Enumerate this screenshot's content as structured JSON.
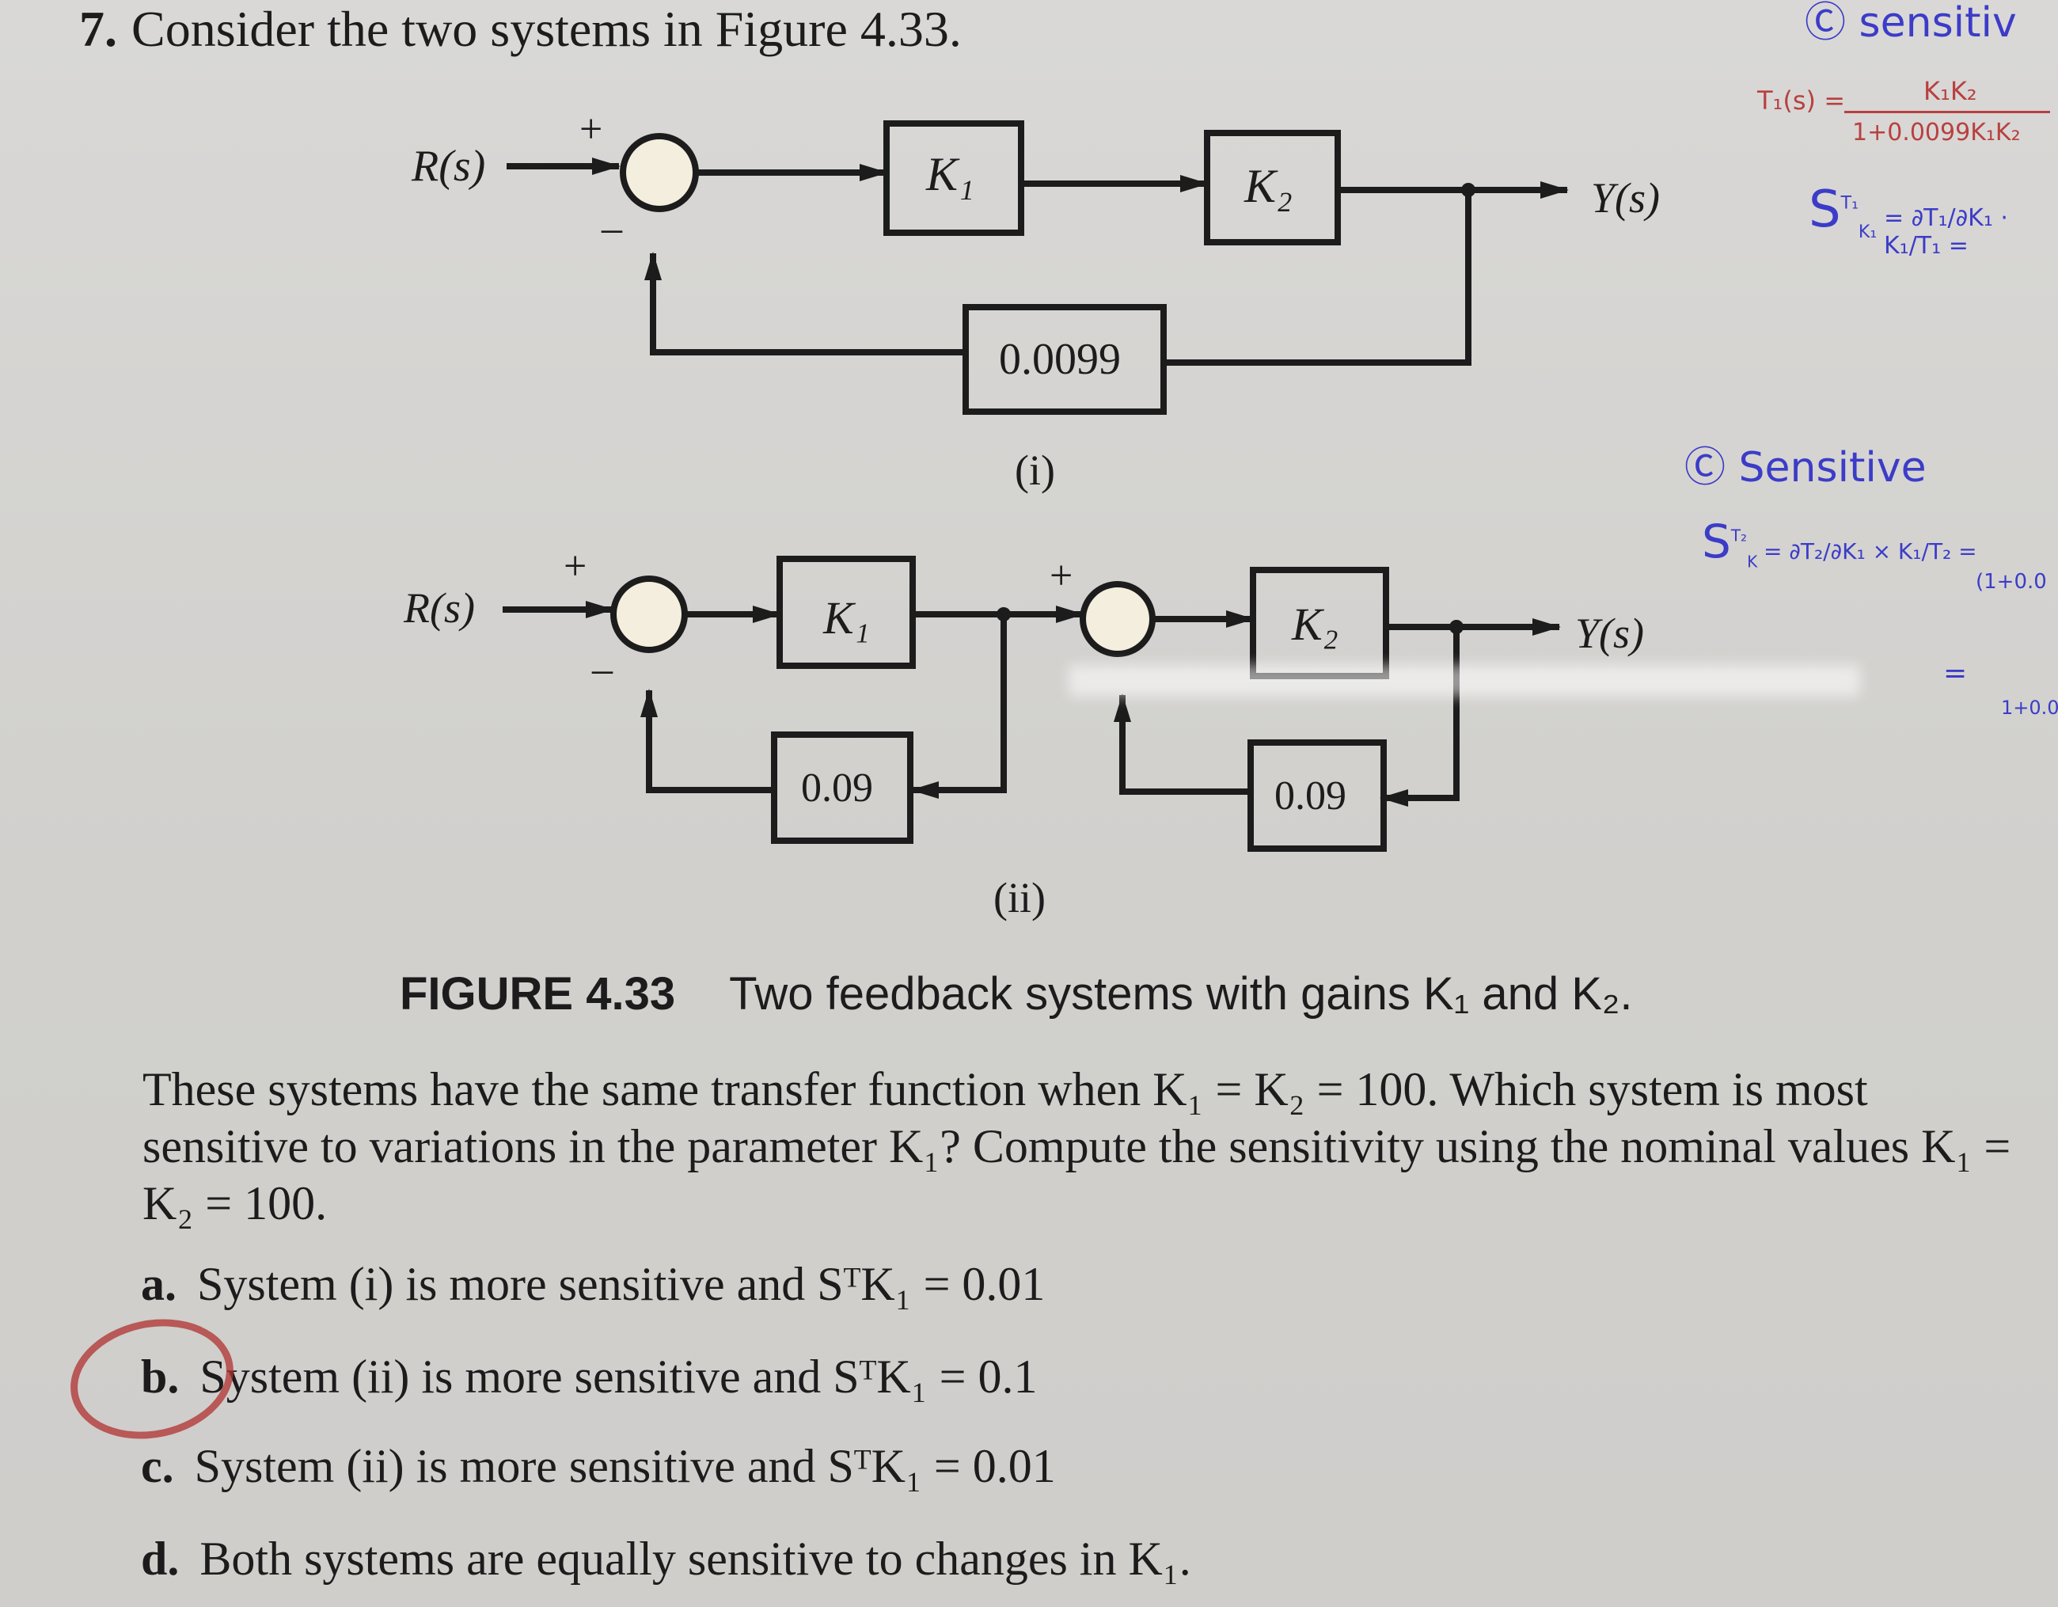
{
  "problem": {
    "number": "7.",
    "title": "Consider the two systems in Figure 4.33."
  },
  "diagram_i": {
    "input": "R(s)",
    "output": "Y(s)",
    "plus": "+",
    "minus": "–",
    "gain1": "K₁",
    "gain2": "K₂",
    "feedback": "0.0099",
    "label": "(i)"
  },
  "diagram_ii": {
    "input": "R(s)",
    "output": "Y(s)",
    "plus1": "+",
    "minus1": "–",
    "plus2": "+",
    "gain1": "K₁",
    "gain2": "K₂",
    "feedback1": "0.09",
    "feedback2": "0.09",
    "label": "(ii)"
  },
  "caption": {
    "figure": "FIGURE 4.33",
    "text": "Two feedback systems with gains K₁ and K₂."
  },
  "paragraph": "These systems have the same transfer function when K₁ = K₂ = 100. Which system is most sensitive to variations in the parameter K₁? Compute the sensitivity using the nominal values K₁ = K₂ = 100.",
  "options": [
    {
      "letter": "a.",
      "text": "System (i) is more sensitive and SᵀK₁ = 0.01"
    },
    {
      "letter": "b.",
      "text": "System (ii) is more sensitive and SᵀK₁ = 0.1"
    },
    {
      "letter": "c.",
      "text": "System (ii) is more sensitive and SᵀK₁ = 0.01"
    },
    {
      "letter": "d.",
      "text": "Both systems are equally sensitive to changes in K₁."
    }
  ],
  "handwriting": {
    "top_right": "Ⓒ sensitiv",
    "t1_lhs": "T₁(s) =",
    "t1_num": "K₁K₂",
    "t1_den": "1+0.0099K₁K₂",
    "s1": "S",
    "s1_sup": "T₁",
    "s1_sub": "K₁",
    "s1_rhs": "= ∂T₁/∂K₁ · K₁/T₁ =",
    "ct": "Ⓒ Sensitive",
    "s2": "S",
    "s2_sup": "T₂",
    "s2_sub": "K",
    "s2_rhs": "= ∂T₂/∂K₁ × K₁/T₂ =",
    "s2_far": "(1+0.0",
    "eq_sign": "=",
    "far_den": "1+0.0"
  },
  "colors": {
    "ink": "#1c1c1c",
    "handwriting_blue": "#3c3cc8",
    "handwriting_red": "#b84040",
    "summing_fill": "#f3eedd"
  }
}
